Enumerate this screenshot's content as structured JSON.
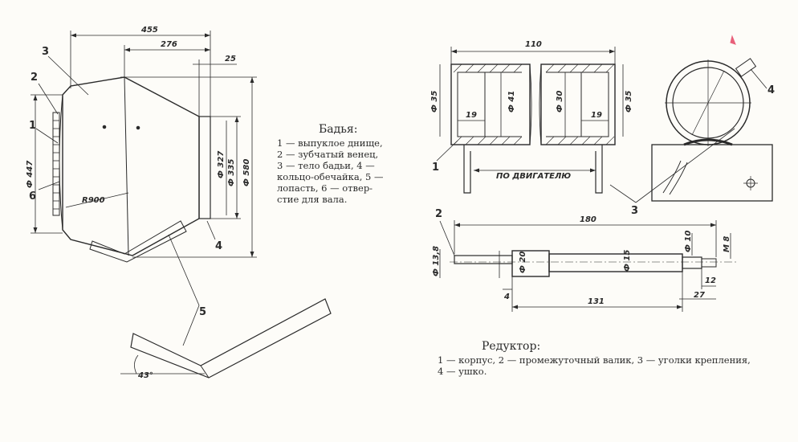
{
  "bucket": {
    "title": "Бадья:",
    "lines": [
      "1 — выпуклое днище,",
      "2 — зубчатый венец,",
      "3 — тело бадьи, 4 —",
      "кольцо-обечайка, 5 —",
      "лопасть, 6 — отвер-",
      "стие для вала."
    ],
    "dims": {
      "overall_length": "455",
      "cone_length": "276",
      "ring_width": "25",
      "diameter_447": "Ф 447",
      "diameter_580": "Ф 580",
      "diameter_327": "Ф 327",
      "diameter_335": "Ф 335",
      "radius": "R900",
      "angle": "43°"
    },
    "part_numbers": [
      "1",
      "2",
      "3",
      "4",
      "5",
      "6"
    ]
  },
  "reducer": {
    "title": "Редуктор:",
    "lines": [
      "1 — корпус, 2 — промежуточный валик, 3 — уголки крепления,",
      "4 — ушко."
    ],
    "housing_dims": {
      "length": "110",
      "d35_left": "Ф 35",
      "d35_right": "Ф 35",
      "d41": "Ф 41",
      "d30": "Ф 30",
      "len19_left": "19",
      "len19_right": "19",
      "motor_label": "ПО ДВИГАТЕЛЮ"
    },
    "shaft_dims": {
      "total_length": "180",
      "length_131": "131",
      "length_27": "27",
      "length_12": "12",
      "length_4": "4",
      "d138": "Ф 13,8",
      "d20": "Ф 20",
      "d15": "Ф 15",
      "d10": "Ф 10",
      "thread": "М 8"
    },
    "part_numbers": [
      "1",
      "2",
      "3",
      "4"
    ]
  },
  "colors": {
    "ink": "#2a2a2a",
    "paper": "#fdfcf8",
    "marker": "#e8607a"
  }
}
